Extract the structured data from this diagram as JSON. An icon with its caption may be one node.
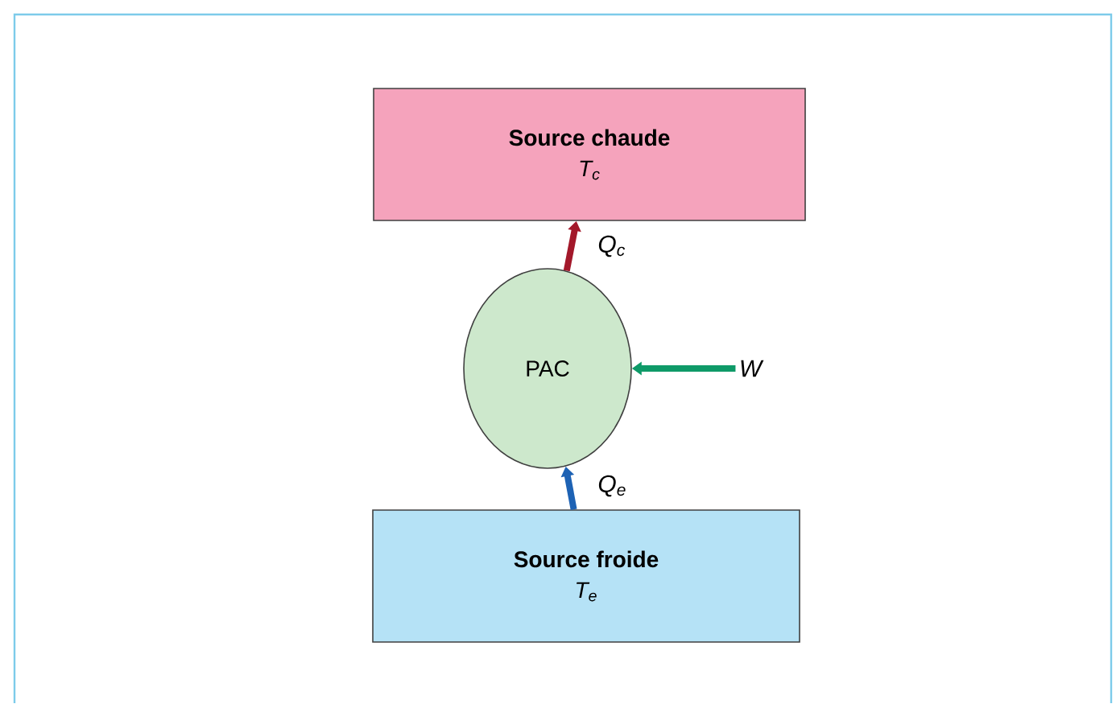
{
  "diagram": {
    "nodes": [
      {
        "text": [
          "Source chaude",
          "T$_{c}$"
        ]
      },
      {
        "text": [
          "PAC"
        ]
      },
      {
        "text": [
          "Source froide",
          "T$_{e}$"
        ]
      },
      {
        "text": [
          "W"
        ]
      }
    ],
    "edges": [
      {
        "from": 1,
        "to": 0,
        "arrow": "to",
        "label": "Q$_{c}$",
        "color": "#a3182a"
      },
      {
        "from": 2,
        "to": 1,
        "arrow": "to",
        "label": "Q$_{e}$",
        "color": "#1d62b4"
      },
      {
        "from": 3,
        "to": 1,
        "arrow": "to",
        "color": "#0e9a68"
      }
    ]
  }
}
